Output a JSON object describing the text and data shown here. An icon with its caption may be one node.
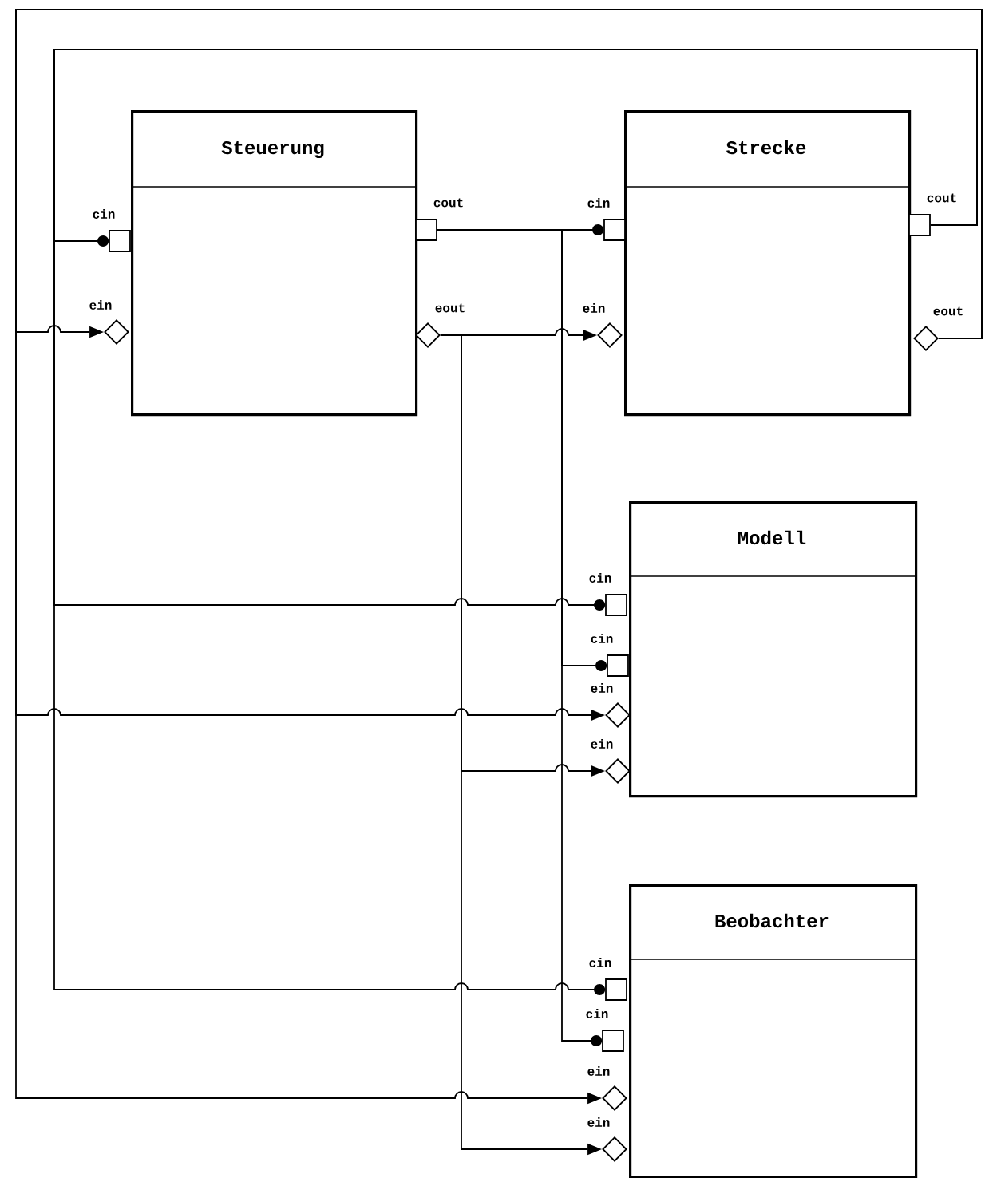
{
  "diagram": {
    "nodes": [
      {
        "text": [
          "Steuerung"
        ]
      },
      {
        "text": [
          "Strecke"
        ]
      },
      {
        "text": [
          "Modell"
        ]
      },
      {
        "text": [
          "Beobachter"
        ]
      },
      {
        "text": [
          "cin"
        ]
      },
      {
        "text": [
          "ein"
        ]
      },
      {
        "text": [
          "cout"
        ]
      },
      {
        "text": [
          "eout"
        ]
      },
      {
        "text": [
          "cin"
        ]
      },
      {
        "text": [
          "ein"
        ]
      },
      {
        "text": [
          "cout"
        ]
      },
      {
        "text": [
          "eout"
        ]
      },
      {
        "text": [
          "cin"
        ]
      },
      {
        "text": [
          "cin"
        ]
      },
      {
        "text": [
          "ein"
        ]
      },
      {
        "text": [
          "ein"
        ]
      },
      {
        "text": [
          "cin"
        ]
      },
      {
        "text": [
          "cin"
        ]
      },
      {
        "text": [
          "ein"
        ]
      },
      {
        "text": [
          "ein"
        ]
      }
    ],
    "edges": [
      {
        "from": 10,
        "to": 4,
        "arrow": "other"
      },
      {
        "from": 10,
        "to": 12,
        "arrow": "other"
      },
      {
        "from": 10,
        "to": 16,
        "arrow": "other"
      },
      {
        "from": 11,
        "to": 5,
        "arrow": "to"
      },
      {
        "from": 11,
        "to": 14,
        "arrow": "to"
      },
      {
        "from": 11,
        "to": 18,
        "arrow": "to"
      },
      {
        "from": 6,
        "to": 8,
        "arrow": "other"
      },
      {
        "from": 6,
        "to": 13,
        "arrow": "other"
      },
      {
        "from": 6,
        "to": 17,
        "arrow": "other"
      },
      {
        "from": 7,
        "to": 9,
        "arrow": "to"
      },
      {
        "from": 7,
        "to": 15,
        "arrow": "to"
      },
      {
        "from": 7,
        "to": 19,
        "arrow": "to"
      }
    ]
  }
}
